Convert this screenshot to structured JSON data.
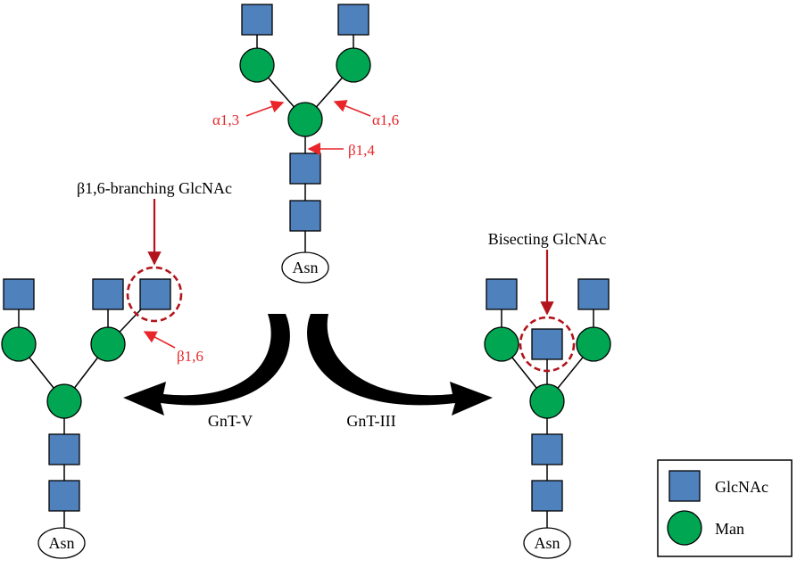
{
  "legend": {
    "glcnac_label": "GlcNAc",
    "man_label": "Man"
  },
  "colors": {
    "glcnac": "#4f81bd",
    "man": "#00a651",
    "linkage_label": "#e8262a",
    "highlight": "#b3141c"
  },
  "icons": {
    "glcnac": "blue-square",
    "man": "green-circle"
  },
  "core_structure": {
    "asn_label": "Asn",
    "linkages": {
      "alpha13": "α1,3",
      "alpha16": "α1,6",
      "beta14": "β1,4"
    }
  },
  "left_structure": {
    "asn_label": "Asn",
    "callout": "β1,6-branching GlcNAc",
    "linkage": "β1,6"
  },
  "right_structure": {
    "asn_label": "Asn",
    "callout": "Bisecting GlcNAc"
  },
  "enzymes": {
    "left": "GnT-V",
    "right": "GnT-III"
  }
}
